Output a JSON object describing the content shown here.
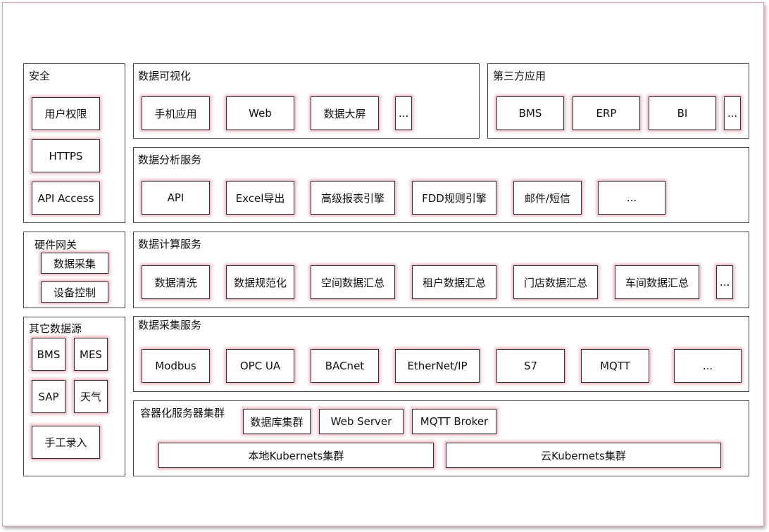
{
  "security": {
    "title": "安全",
    "items": [
      "用户权限",
      "HTTPS",
      "API Access"
    ]
  },
  "gateway": {
    "title": "硬件网关",
    "items": [
      "数据采集",
      "设备控制"
    ]
  },
  "other_sources": {
    "title": "其它数据源",
    "items": [
      "BMS",
      "MES",
      "SAP",
      "天气",
      "手工录入"
    ]
  },
  "visualization": {
    "title": "数据可视化",
    "items": [
      "手机应用",
      "Web",
      "数据大屏",
      "..."
    ]
  },
  "third_party": {
    "title": "第三方应用",
    "items": [
      "BMS",
      "ERP",
      "BI",
      "..."
    ]
  },
  "analysis": {
    "title": "数据分析服务",
    "items": [
      "API",
      "Excel导出",
      "高级报表引擎",
      "FDD规则引擎",
      "邮件/短信",
      "..."
    ]
  },
  "compute": {
    "title": "数据计算服务",
    "items": [
      "数据清洗",
      "数据规范化",
      "空间数据汇总",
      "租户数据汇总",
      "门店数据汇总",
      "车间数据汇总",
      "..."
    ]
  },
  "collection": {
    "title": "数据采集服务",
    "items": [
      "Modbus",
      "OPC UA",
      "BACnet",
      "EtherNet/IP",
      "S7",
      "MQTT",
      "..."
    ]
  },
  "cluster": {
    "title": "容器化服务器集群",
    "items": [
      "数据库集群",
      "Web Server",
      "MQTT Broker"
    ],
    "local": "本地Kubernets集群",
    "cloud": "云Kubernets集群"
  }
}
